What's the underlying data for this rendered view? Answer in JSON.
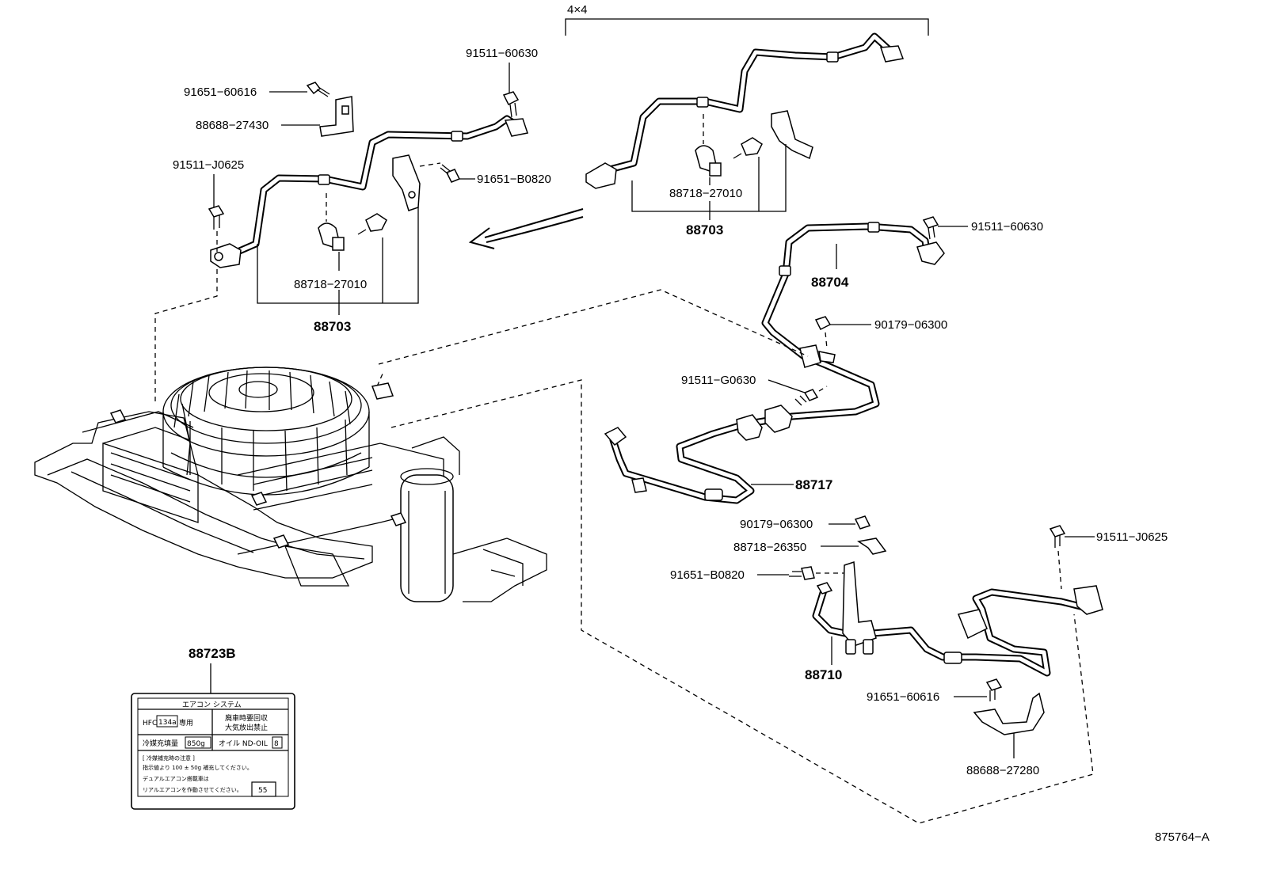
{
  "labels": {
    "variant_4x4": "4×4",
    "p91511_60630_top": "91511−60630",
    "p91651_60616_top": "91651−60616",
    "p88688_27430": "88688−27430",
    "p91511_J0625_left": "91511−J0625",
    "p91651_B0820_top": "91651−B0820",
    "p88718_27010_left": "88718−27010",
    "p88703_left": "88703",
    "p88718_27010_right": "88718−27010",
    "p88703_right": "88703",
    "p91511_60630_right": "91511−60630",
    "p88704": "88704",
    "p90179_06300_upper": "90179−06300",
    "p91511_G0630": "91511−G0630",
    "p88717": "88717",
    "p90179_06300_lower": "90179−06300",
    "p88718_26350": "88718−26350",
    "p91651_B0820_lower": "91651−B0820",
    "p91511_J0625_right": "91511−J0625",
    "p88710": "88710",
    "p91651_60616_lower": "91651−60616",
    "p88688_27280": "88688−27280",
    "p88723B": "88723B",
    "figure_code": "875764−A"
  },
  "caution_label": {
    "title": "エアコン システム",
    "refrigerant_prefix": "HFC",
    "refrigerant_code": "134a",
    "refrigerant_suffix": "専用",
    "disposal_line1": "廃車時要回収",
    "disposal_line2": "大気放出禁止",
    "charge_label": "冷媒充填量",
    "charge_value": "850g",
    "oil_label": "オイル ND-OIL",
    "oil_value": "8",
    "note_title": "[ 冷媒補充時の注意 ]",
    "note_line1": "指示値より 100 ± 50g 補充してください。",
    "note_line2": "デュアルエアコン搭載車は",
    "note_line3": "リアルエアコンを作動させてください。",
    "code_box": "55"
  }
}
